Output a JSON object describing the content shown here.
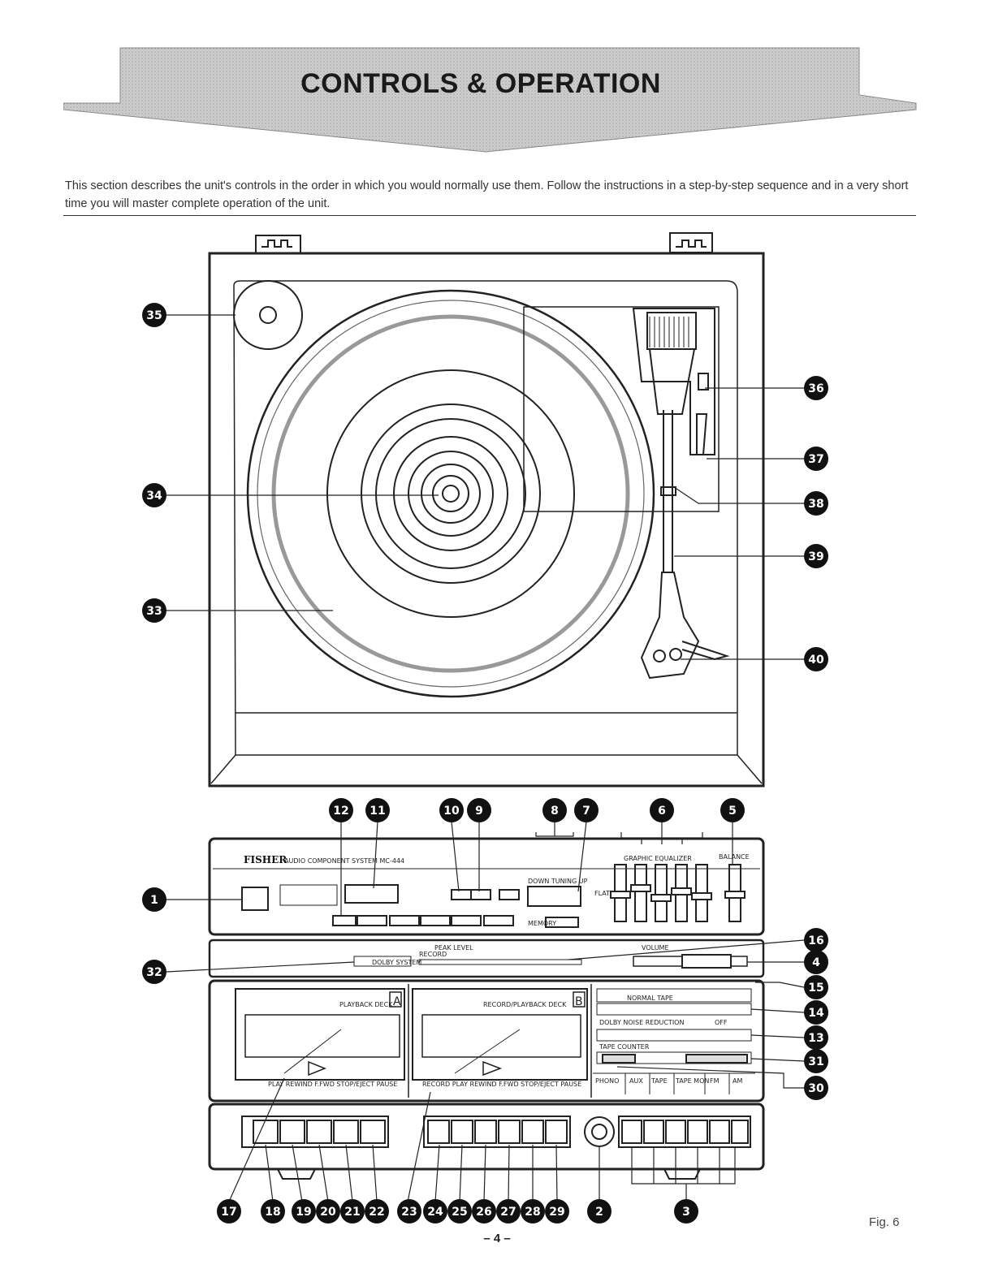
{
  "header": {
    "title": "CONTROLS & OPERATION"
  },
  "intro": {
    "text": "This section describes the unit's controls in the order in which you would normally use them. Follow the instructions in a step-by-step sequence and in a very short time you will master complete operation of the unit."
  },
  "turntable_callouts": [
    "35",
    "34",
    "33",
    "36",
    "37",
    "38",
    "39",
    "40"
  ],
  "top_callouts": [
    "12",
    "11",
    "10",
    "9",
    "8",
    "7",
    "6",
    "5"
  ],
  "left_callouts": [
    "1",
    "32"
  ],
  "right_callouts": [
    "16",
    "4",
    "15",
    "14",
    "13",
    "31",
    "30"
  ],
  "bottom_callouts": [
    "17",
    "18",
    "19",
    "20",
    "21",
    "22",
    "23",
    "24",
    "25",
    "26",
    "27",
    "28",
    "29",
    "2",
    "3"
  ],
  "unit": {
    "brand": "FISHER",
    "brand_sub": "AUDIO COMPONENT SYSTEM MC-444",
    "equalizer_label": "GRAPHIC EQUALIZER",
    "balance_label": "BALANCE",
    "flat_label": "FLAT",
    "down_tuning_label": "DOWN TUNING UP",
    "memory_label": "MEMORY",
    "peak_level_label": "PEAK LEVEL",
    "record_label": "RECORD",
    "dolby_label": "DOLBY SYSTEM",
    "volume_label": "VOLUME",
    "deck_a_label": "PLAYBACK DECK",
    "deck_a_letter": "A",
    "deck_b_label": "RECORD/PLAYBACK DECK",
    "deck_b_letter": "B",
    "deck_a_buttons": "PLAY REWIND F.FWD STOP/EJECT PAUSE",
    "deck_b_buttons": "RECORD PLAY REWIND F.FWD STOP/EJECT PAUSE",
    "tape_label": "NORMAL TAPE",
    "dolby_nr_label": "DOLBY NOISE REDUCTION",
    "off_label": "OFF",
    "tape_counter_label": "TAPE COUNTER",
    "function_buttons": [
      "PHONO",
      "AUX",
      "TAPE",
      "TAPE MON",
      "FM",
      "AM"
    ]
  },
  "footer": {
    "page_number": "– 4 –",
    "figure": "Fig. 6"
  }
}
